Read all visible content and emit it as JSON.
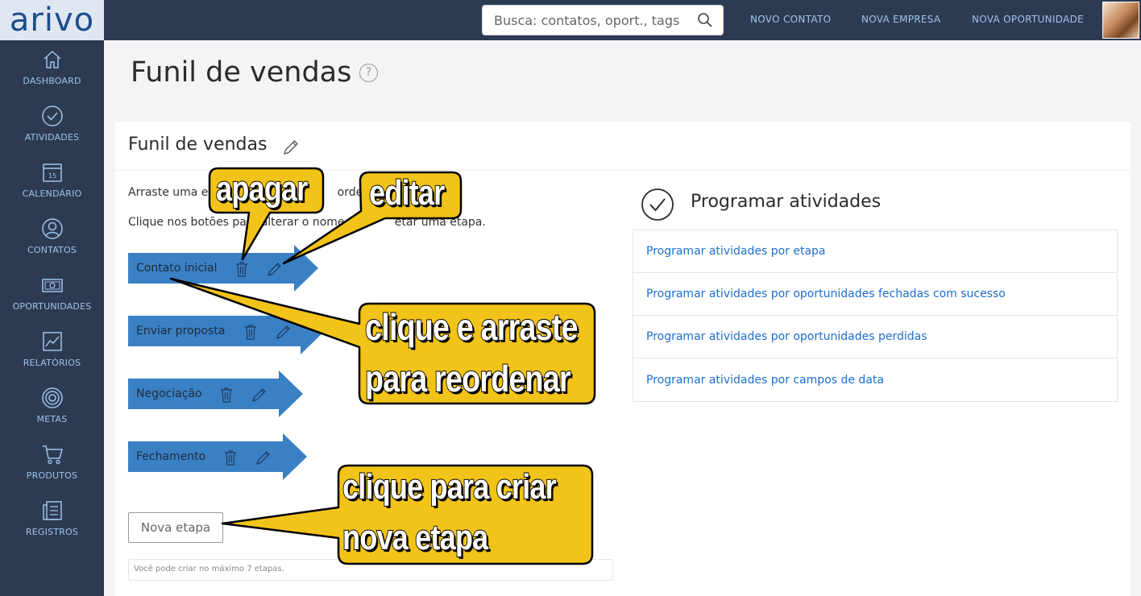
{
  "app": {
    "logo_text": "arivo",
    "search_placeholder": "Busca: contatos, oport., tags",
    "top_links": [
      "NOVO CONTATO",
      "NOVA EMPRESA",
      "NOVA OPORTUNIDADE"
    ]
  },
  "sidebar": {
    "items": [
      {
        "label": "DASHBOARD",
        "icon": "home-icon"
      },
      {
        "label": "ATIVIDADES",
        "icon": "check-circle-icon"
      },
      {
        "label": "CALENDÁRIO",
        "icon": "calendar-icon",
        "icon_text": "15"
      },
      {
        "label": "CONTATOS",
        "icon": "user-icon"
      },
      {
        "label": "OPORTUNIDADES",
        "icon": "money-icon"
      },
      {
        "label": "RELATÓRIOS",
        "icon": "chart-icon"
      },
      {
        "label": "METAS",
        "icon": "target-icon"
      },
      {
        "label": "PRODUTOS",
        "icon": "cart-icon"
      },
      {
        "label": "REGISTROS",
        "icon": "records-icon"
      }
    ]
  },
  "page": {
    "title": "Funil de vendas",
    "help": "?"
  },
  "funnel": {
    "title": "Funil de vendas",
    "instruction_1": "Arraste uma e                                    ordem d",
    "instruction_2": "Clique nos botões pa    alterar o nome              etar uma etapa.",
    "stages": [
      {
        "name": "Contato inicial"
      },
      {
        "name": "Enviar proposta"
      },
      {
        "name": "Negociação"
      },
      {
        "name": "Fechamento"
      }
    ],
    "new_stage_label": "Nova etapa",
    "hint": "Você pode criar no máximo 7 etapas."
  },
  "schedule": {
    "title": "Programar atividades",
    "items": [
      "Programar atividades por etapa",
      "Programar atividades por oportunidades fechadas com sucesso",
      "Programar atividades por oportunidades perdidas",
      "Programar atividades por campos de data"
    ]
  },
  "callouts": {
    "delete": "apagar",
    "edit": "editar",
    "drag_line1": "clique e arraste",
    "drag_line2": "para reordenar",
    "create_line1": "clique para criar",
    "create_line2": "nova etapa"
  },
  "colors": {
    "nav_bg": "#2d3b52",
    "nav_text": "#9fc2ea",
    "stage_blue": "#3a80c4",
    "link": "#1c6ed0",
    "callout_yellow": "#f2c318"
  }
}
